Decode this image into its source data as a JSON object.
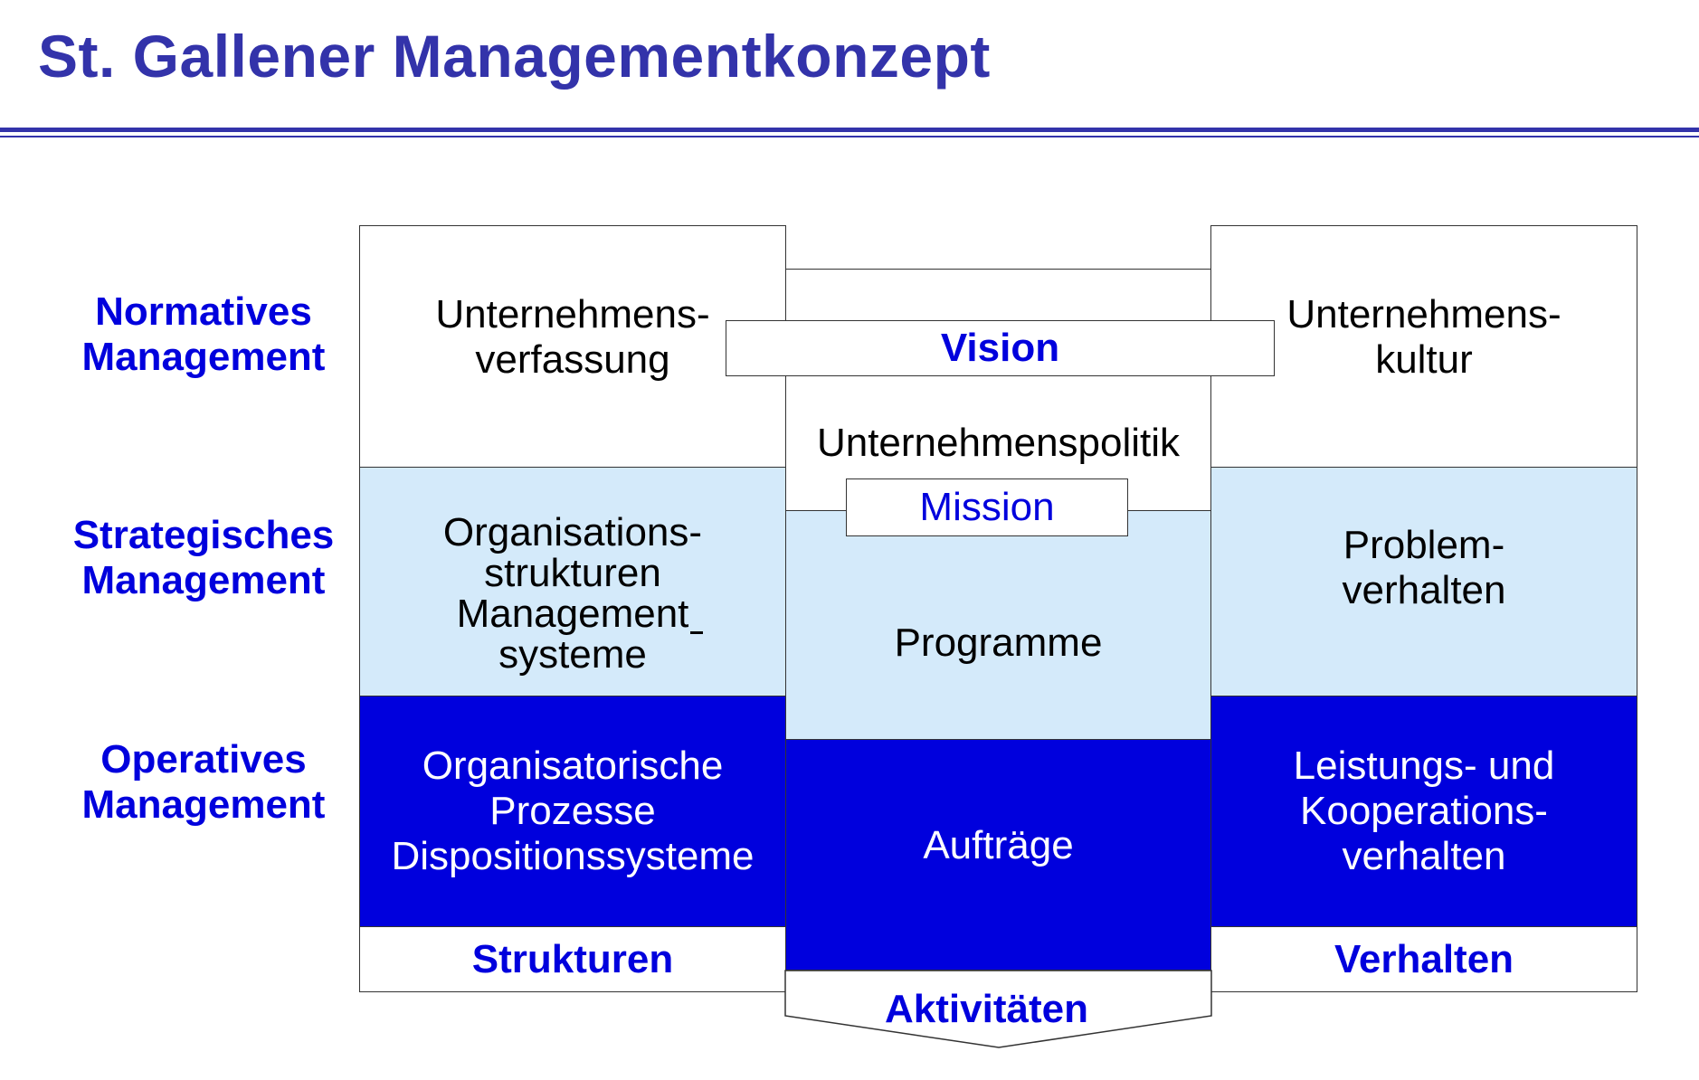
{
  "title": "St. Gallener Managementkonzept",
  "rows": {
    "normative": "Normatives\nManagement",
    "strategic": "Strategisches\nManagement",
    "operative": "Operatives\nManagement"
  },
  "columns": {
    "left": {
      "label": "Strukturen",
      "normative": "Unternehmens-\nverfassung",
      "strategic": "Organisations-\nstrukturen\nManagement\nsysteme",
      "operative": "Organisatorische\nProzesse\nDispositionssysteme"
    },
    "center": {
      "label": "Aktivitäten",
      "vision": "Vision",
      "normative": "Unternehmenspolitik",
      "mission": "Mission",
      "strategic": "Programme",
      "operative": "Aufträge"
    },
    "right": {
      "label": "Verhalten",
      "normative": "Unternehmens-\nkultur",
      "strategic": "Problem-\nverhalten",
      "operative": "Leistungs- und\nKooperations-\nverhalten"
    }
  },
  "colors": {
    "title": "#3333aa",
    "accent": "#0000dd",
    "light_fill": "#d4eafa",
    "dark_fill": "#0000dd"
  }
}
